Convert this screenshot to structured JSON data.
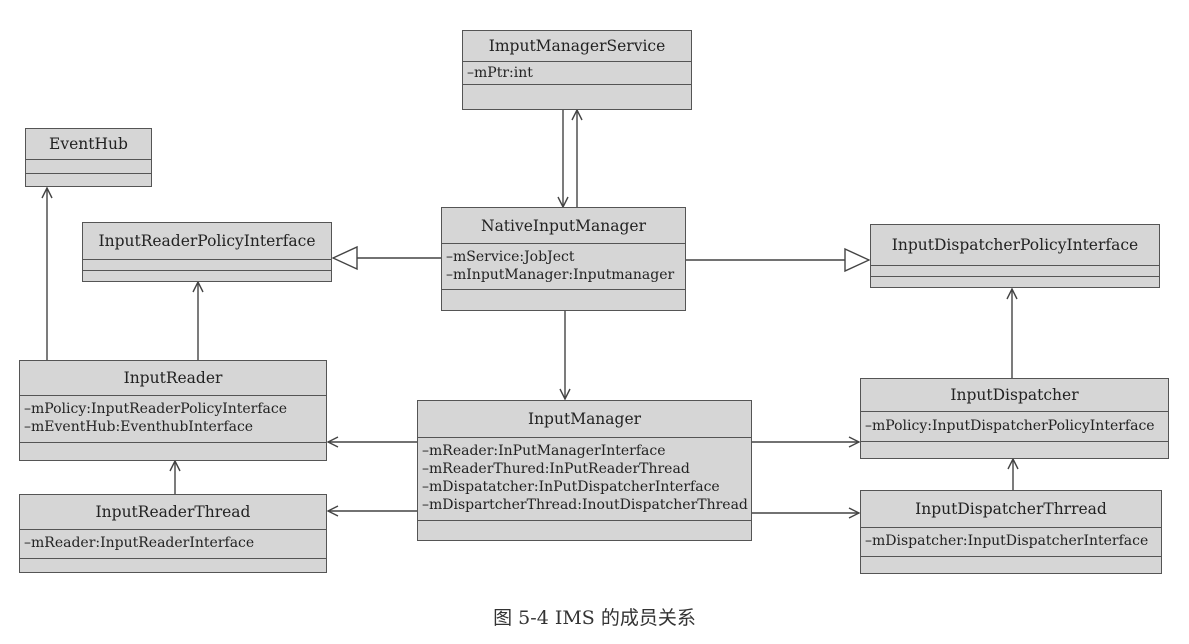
{
  "classes": {
    "ims": {
      "name": "ImputManagerService",
      "attrs": [
        "–mPtr:int"
      ]
    },
    "eventhub": {
      "name": "EventHub",
      "attrs": []
    },
    "irpi": {
      "name": "InputReaderPolicyInterface",
      "attrs": []
    },
    "nim": {
      "name": "NativeInputManager",
      "attrs": [
        "–mService:JobJect",
        "–mInputManager:Inputmanager"
      ]
    },
    "idpi": {
      "name": "InputDispatcherPolicyInterface",
      "attrs": []
    },
    "reader": {
      "name": "InputReader",
      "attrs": [
        "–mPolicy:InputReaderPolicyInterface",
        "–mEventHub:EventhubInterface"
      ]
    },
    "im": {
      "name": "InputManager",
      "attrs": [
        "–mReader:InPutManagerInterface",
        "–mReaderThured:InPutReaderThread",
        "–mDispatatcher:InPutDispatcherInterface",
        "–mDispartcherThread:InoutDispatcherThread"
      ]
    },
    "dispatcher": {
      "name": "InputDispatcher",
      "attrs": [
        "–mPolicy:InputDispatcherPolicyInterface"
      ]
    },
    "rthread": {
      "name": "InputReaderThread",
      "attrs": [
        "–mReader:InputReaderInterface"
      ]
    },
    "dthread": {
      "name": "InputDispatcherThrread",
      "attrs": [
        "–mDispatcher:InputDispatcherInterface"
      ]
    }
  },
  "caption": "图 5-4   IMS 的成员关系"
}
